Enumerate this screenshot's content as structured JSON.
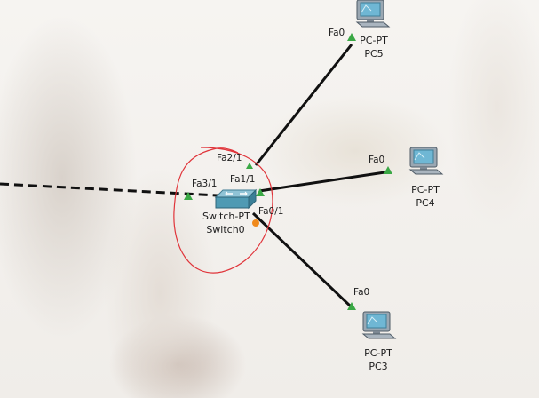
{
  "devices": {
    "switch0": {
      "type": "Switch-PT",
      "name": "Switch0"
    },
    "pc5": {
      "type": "PC-PT",
      "name": "PC5"
    },
    "pc4": {
      "type": "PC-PT",
      "name": "PC4"
    },
    "pc3": {
      "type": "PC-PT",
      "name": "PC3"
    }
  },
  "ports": {
    "switch_fa2_1": "Fa2/1",
    "switch_fa3_1": "Fa3/1",
    "switch_fa1_1": "Fa1/1",
    "switch_fa0_1": "Fa0/1",
    "pc5_fa0": "Fa0",
    "pc4_fa0": "Fa0",
    "pc3_fa0": "Fa0"
  },
  "link_status_colors": {
    "up": "#3aa845",
    "blocking": "#f08a1c"
  },
  "annotation_color": "#e0343a"
}
